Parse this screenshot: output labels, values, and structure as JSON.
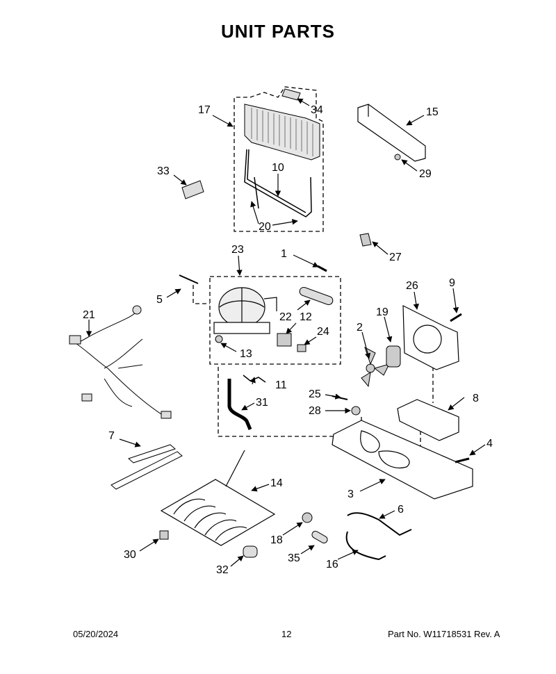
{
  "page": {
    "title": "UNIT PARTS",
    "footer": {
      "date": "05/20/2024",
      "page_number": "12",
      "part_number": "Part No.  W11718531  Rev.  A"
    }
  },
  "callouts": [
    "1",
    "2",
    "3",
    "4",
    "5",
    "6",
    "7",
    "8",
    "9",
    "10",
    "11",
    "12",
    "13",
    "14",
    "15",
    "16",
    "17",
    "18",
    "19",
    "20",
    "21",
    "22",
    "23",
    "24",
    "25",
    "26",
    "27",
    "28",
    "29",
    "30",
    "31",
    "32",
    "33",
    "34",
    "35"
  ]
}
